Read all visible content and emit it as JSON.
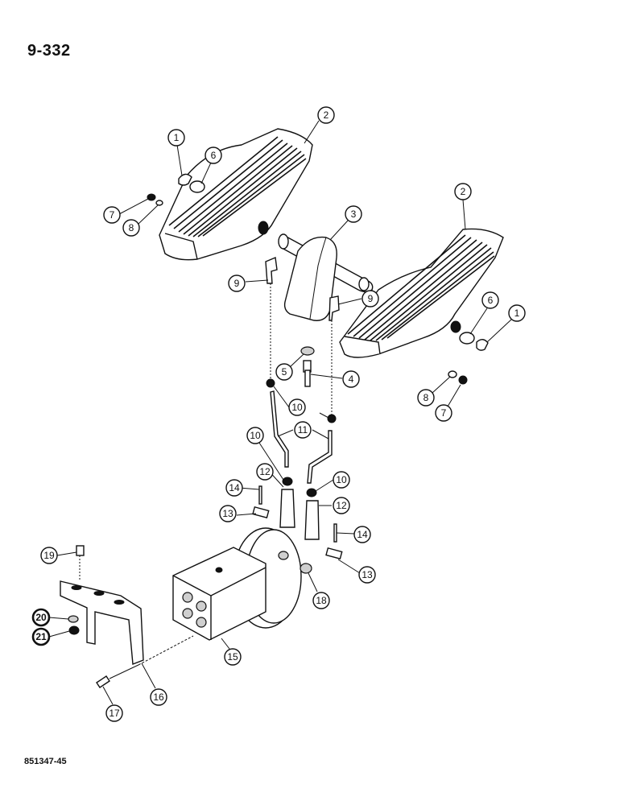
{
  "page_number": "9-332",
  "figure_code": "851347-45",
  "callouts": [
    {
      "label": "1"
    },
    {
      "label": "2"
    },
    {
      "label": "6"
    },
    {
      "label": "7"
    },
    {
      "label": "8"
    },
    {
      "label": "3"
    },
    {
      "label": "2"
    },
    {
      "label": "9"
    },
    {
      "label": "9"
    },
    {
      "label": "6"
    },
    {
      "label": "1"
    },
    {
      "label": "5"
    },
    {
      "label": "4"
    },
    {
      "label": "8"
    },
    {
      "label": "7"
    },
    {
      "label": "10"
    },
    {
      "label": "11"
    },
    {
      "label": "10"
    },
    {
      "label": "10"
    },
    {
      "label": "12"
    },
    {
      "label": "14"
    },
    {
      "label": "13"
    },
    {
      "label": "12"
    },
    {
      "label": "14"
    },
    {
      "label": "13"
    },
    {
      "label": "19"
    },
    {
      "label": "18"
    },
    {
      "label": "20"
    },
    {
      "label": "21"
    },
    {
      "label": "15"
    },
    {
      "label": "16"
    },
    {
      "label": "17"
    }
  ]
}
